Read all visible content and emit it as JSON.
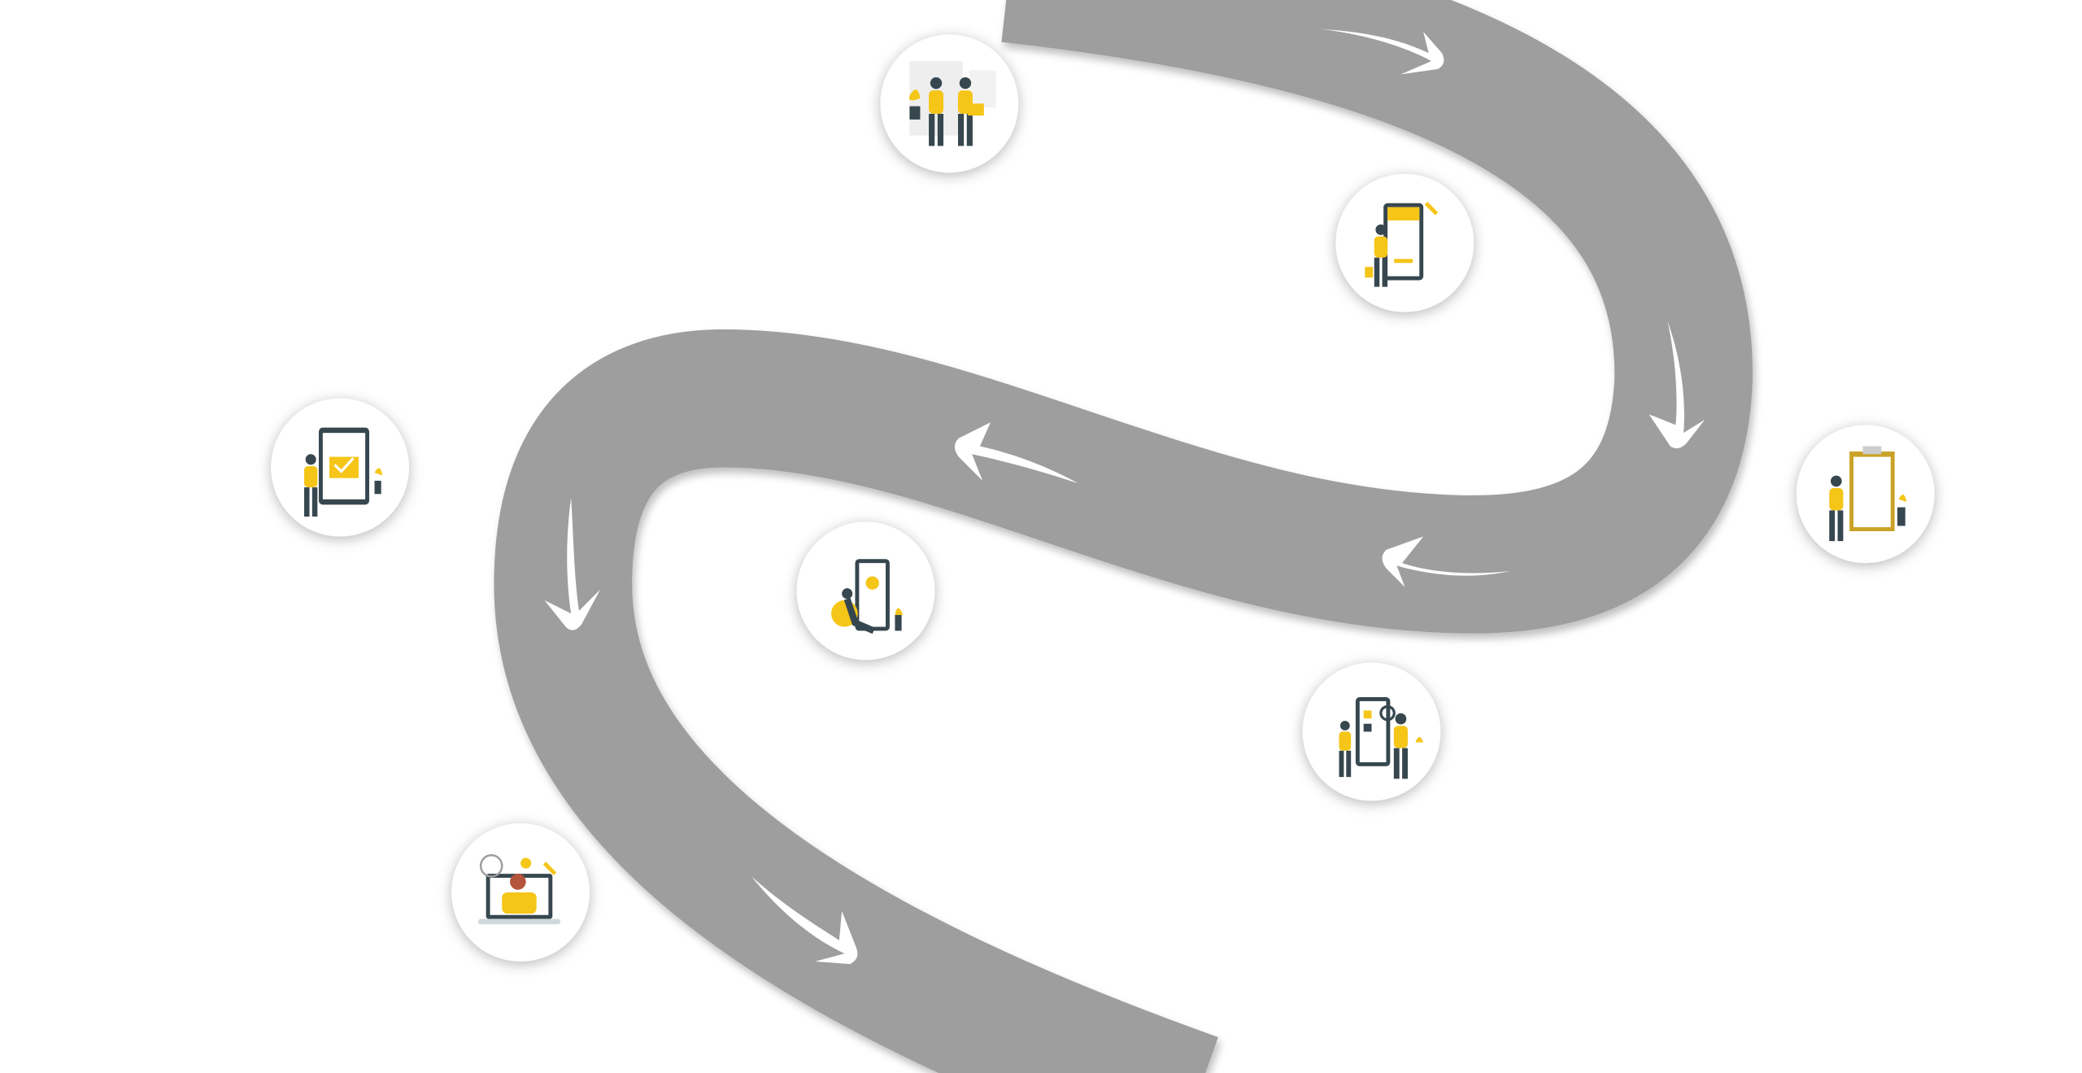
{
  "colors": {
    "background": "#ffffff",
    "road": "#9e9e9e",
    "arrow": "#ffffff",
    "accent": "#f5c518",
    "figure_dark": "#37474f"
  },
  "stages": [
    {
      "icon": "handshake-contract-illustration"
    },
    {
      "icon": "mobile-app-building-illustration"
    },
    {
      "icon": "clipboard-checklist-illustration"
    },
    {
      "icon": "mobile-testing-illustration"
    },
    {
      "icon": "phone-settings-illustration"
    },
    {
      "icon": "tablet-email-confirmed-illustration"
    },
    {
      "icon": "laptop-support-illustration"
    }
  ]
}
